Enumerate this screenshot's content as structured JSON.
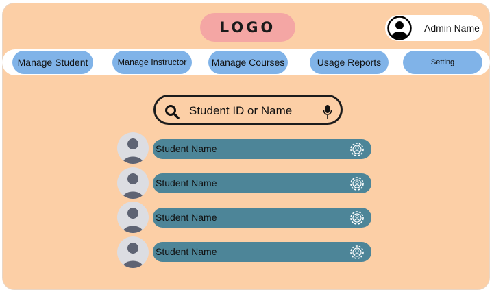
{
  "header": {
    "logo_text": "LOGO",
    "admin_name": "Admin Name"
  },
  "nav": {
    "items": [
      {
        "label": "Manage Student"
      },
      {
        "label": "Manage Instructor"
      },
      {
        "label": "Manage Courses"
      },
      {
        "label": "Usage Reports"
      },
      {
        "label": "Setting"
      }
    ]
  },
  "search": {
    "placeholder": "Student ID or Name",
    "icons": [
      "search-icon",
      "mic-icon"
    ]
  },
  "students": [
    {
      "name": "Student Name",
      "icon": "gear-icon"
    },
    {
      "name": "Student Name",
      "icon": "gear-icon"
    },
    {
      "name": "Student Name",
      "icon": "gear-icon"
    },
    {
      "name": "Student Name",
      "icon": "gear-icon"
    }
  ],
  "colors": {
    "background": "#fccfa6",
    "logo": "#f4a6a4",
    "nav_button": "#80b3e8",
    "row_bar": "#4d8598",
    "avatar_bg": "#dcdde2",
    "avatar_fg": "#5e6373"
  }
}
